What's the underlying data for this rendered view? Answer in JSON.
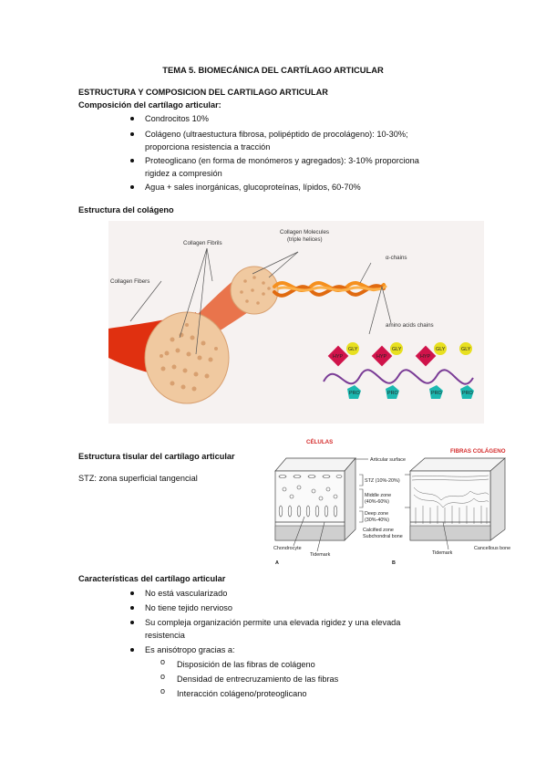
{
  "title": "TEMA 5. BIOMECÁNICA DEL CARTÍLAGO ARTICULAR",
  "section1": {
    "heading": "ESTRUCTURA Y COMPOSICION DEL CARTILAGO ARTICULAR",
    "subheading": "Composición del cartílago articular:",
    "bullets": [
      {
        "line1": "Condrocitos 10%",
        "line2": ""
      },
      {
        "line1": "Colágeno (ultraestuctura fibrosa, polipéptido de procolágeno): 10-30%;",
        "line2": "proporciona resistencia a tracción"
      },
      {
        "line1": "Proteoglicano (en forma de monómeros y agregados): 3-10% proporciona",
        "line2": "rigidez a compresión"
      },
      {
        "line1": "Agua + sales inorgánicas, glucoproteínas, lípidos, 60-70%",
        "line2": ""
      }
    ]
  },
  "collagen_structure": {
    "heading": "Estructura del colágeno",
    "labels": {
      "fibers": "Collagen Fibers",
      "fibrils": "Collagen Fibrils",
      "molecules_1": "Collagen Molecules",
      "molecules_2": "(triple helices)",
      "alpha": "α-chains",
      "amino": "amino acids chains",
      "hyp": "HYP",
      "gly": "GLY",
      "pro": "PRO"
    },
    "colors": {
      "fiber": "#e03010",
      "fibril": "#f0c9a0",
      "helix": "#f5901e",
      "hyp": "#d0134a",
      "gly": "#e8e020",
      "pro": "#1bb8b0",
      "chain": "#7a3c96"
    }
  },
  "tissue_structure": {
    "heading": "Estructura tisular del cartílago articular",
    "stz": "STZ: zona superficial tangencial",
    "labels": {
      "cells": "CÉLULAS",
      "fibers": "FIBRAS COLÁGENO",
      "surface": "Articular surface",
      "stz": "STZ (10%-20%)",
      "middle1": "Middle zone",
      "middle2": "(40%-60%)",
      "deep1": "Deep zone",
      "deep2": "(30%-40%)",
      "calcified": "Calcified zone",
      "subchondral": "Subchondral bone",
      "chondrocyte": "Chondrocyte",
      "tidemark_a": "Tidemark",
      "tidemark_b": "Tidemark",
      "cancellous": "Cancellous bone",
      "a": "A",
      "b": "B"
    }
  },
  "characteristics": {
    "heading": "Características del cartílago articular",
    "bullets": [
      {
        "line1": "No está vascularizado",
        "line2": ""
      },
      {
        "line1": "No tiene tejido nervioso",
        "line2": ""
      },
      {
        "line1": "Su compleja organización permite una elevada rigidez y una elevada",
        "line2": "resistencia"
      },
      {
        "line1": "Es anisótropo gracias a:",
        "line2": ""
      }
    ],
    "sub_marker": "o",
    "sub_bullets": [
      "Disposición de las fibras de colágeno",
      "Densidad de entrecruzamiento de las fibras",
      "Interacción colágeno/proteoglicano"
    ]
  }
}
